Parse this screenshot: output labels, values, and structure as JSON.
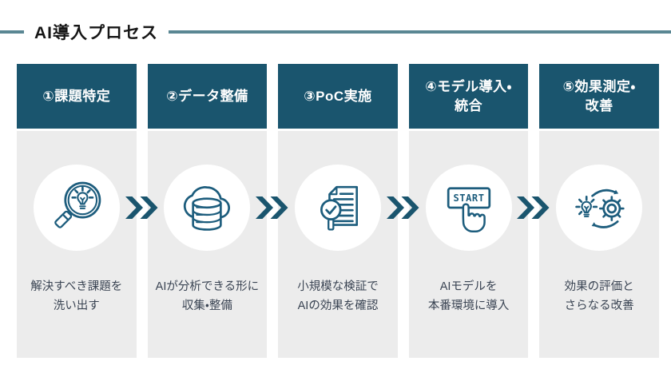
{
  "title": "AI導入プロセス",
  "colors": {
    "accent": "#1a556e",
    "icon": "#1d5d7d",
    "panel": "#ececec",
    "rule": "#5a8793",
    "text": "#3a4453"
  },
  "icon_labels": {
    "start_button_text": "START"
  },
  "steps": [
    {
      "label": "①課題特定",
      "icon": "magnifier-lightbulb-icon",
      "description": "解決すべき課題を\n洗い出す"
    },
    {
      "label": "②データ整備",
      "icon": "cloud-database-icon",
      "description": "AIが分析できる形に\n収集・整備"
    },
    {
      "label": "③PoC実施",
      "icon": "document-check-magnifier-icon",
      "description": "小規模な検証で\nAIの効果を確認"
    },
    {
      "label": "④モデル導入・\n統合",
      "icon": "start-button-hand-icon",
      "description": "AIモデルを\n本番環境に導入"
    },
    {
      "label": "⑤効果測定・\n改善",
      "icon": "lightbulb-gear-cycle-icon",
      "description": "効果の評価と\nさらなる改善"
    }
  ]
}
